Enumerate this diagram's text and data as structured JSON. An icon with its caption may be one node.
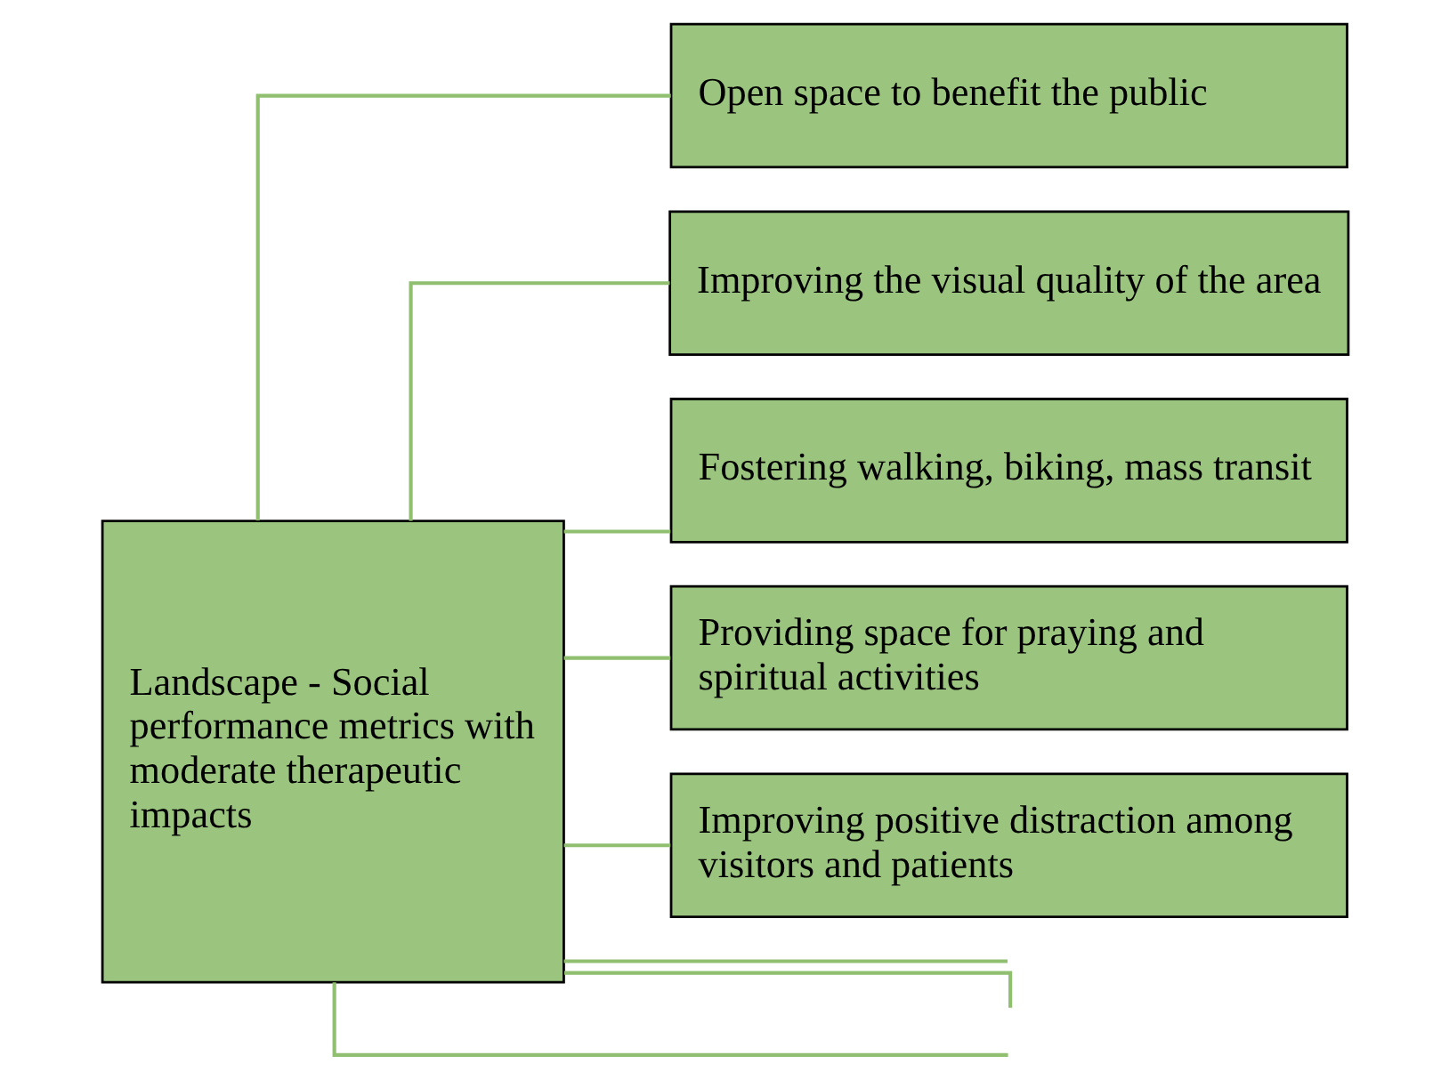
{
  "diagram": {
    "nodes": [
      {
        "text": [
          "Landscape - Social performance metrics with moderate therapeutic impacts"
        ]
      },
      {
        "text": [
          "Open space to benefit the public"
        ]
      },
      {
        "text": [
          "Improving the visual quality of the area"
        ]
      },
      {
        "text": [
          "Fostering walking, biking, mass transit"
        ]
      },
      {
        "text": [
          "Providing space for praying and spiritual activities"
        ]
      },
      {
        "text": [
          "Improving positive distraction among visitors and patients"
        ]
      }
    ],
    "edges": [
      {
        "from": 0,
        "to": 1,
        "arrow": "none"
      },
      {
        "from": 0,
        "to": 2,
        "arrow": "none"
      },
      {
        "from": 0,
        "to": 3,
        "arrow": "none"
      },
      {
        "from": 0,
        "to": 4,
        "arrow": "none"
      },
      {
        "from": 0,
        "to": 5,
        "arrow": "none"
      },
      {
        "from": 0,
        "to": null,
        "arrow": "none"
      },
      {
        "from": 0,
        "to": null,
        "arrow": "none"
      },
      {
        "from": 0,
        "to": null,
        "arrow": "none"
      }
    ]
  }
}
